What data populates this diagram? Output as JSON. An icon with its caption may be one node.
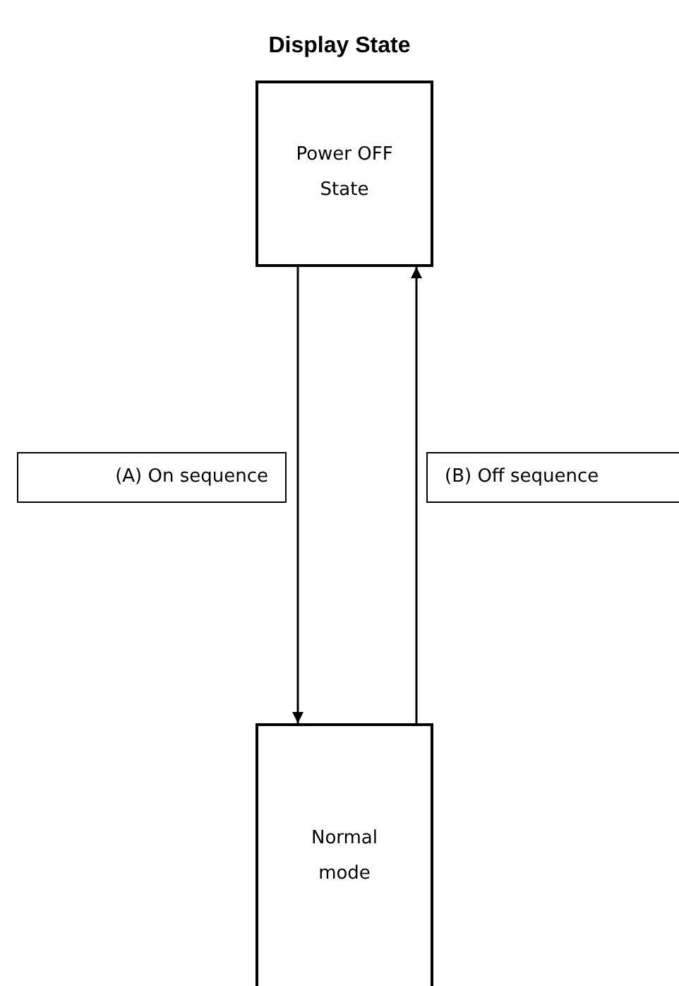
{
  "diagram": {
    "title": "Display State",
    "nodes": [
      {
        "text": [
          "Power OFF State"
        ]
      },
      {
        "text": [
          "Normal mode"
        ]
      }
    ],
    "edges": [
      {
        "from": 0,
        "to": 1,
        "arrow": "to",
        "label": "(A) On sequence"
      },
      {
        "from": 1,
        "to": 0,
        "arrow": "to",
        "label": "(B) Off sequence"
      }
    ]
  }
}
